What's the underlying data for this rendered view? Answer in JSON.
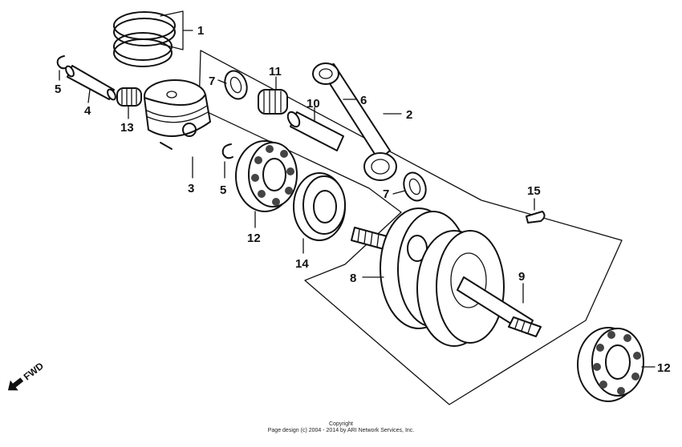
{
  "callouts": {
    "c1": "1",
    "c2": "2",
    "c3": "3",
    "c4": "4",
    "c5a": "5",
    "c5b": "5",
    "c6": "6",
    "c7a": "7",
    "c7b": "7",
    "c8": "8",
    "c9": "9",
    "c10": "10",
    "c11": "11",
    "c12a": "12",
    "c12b": "12",
    "c13": "13",
    "c14": "14",
    "c15": "15"
  },
  "direction": {
    "label": "FWD"
  },
  "footer": {
    "line1": "Copyright",
    "line2": "Page design (c) 2004 - 2014 by ARI Network Services, Inc."
  }
}
